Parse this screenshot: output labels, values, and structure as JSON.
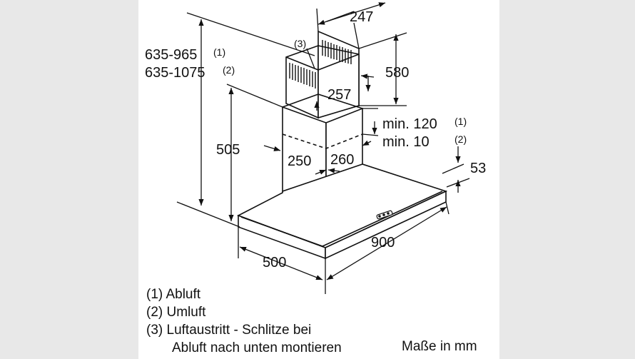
{
  "dimensions": {
    "chimney_width": "247",
    "chimney_height": "580",
    "upper_depth": "257",
    "total_height_1": "635-965",
    "total_height_1_note": "(1)",
    "total_height_2": "635-1075",
    "total_height_2_note": "(2)",
    "lower_height": "505",
    "min_gap_1": "min. 120",
    "min_gap_1_note": "(1)",
    "min_gap_2": "min. 10",
    "min_gap_2_note": "(2)",
    "lower_width": "250",
    "lower_depth": "260",
    "canopy_thickness": "53",
    "canopy_width": "900",
    "canopy_depth": "500",
    "slot_callout": "(3)"
  },
  "legend": {
    "item1": "(1) Abluft",
    "item2": "(2) Umluft",
    "item3_line1": "(3) Luftaustritt - Schlitze bei",
    "item3_line2": "Abluft nach unten montieren"
  },
  "units": "Maße in mm"
}
